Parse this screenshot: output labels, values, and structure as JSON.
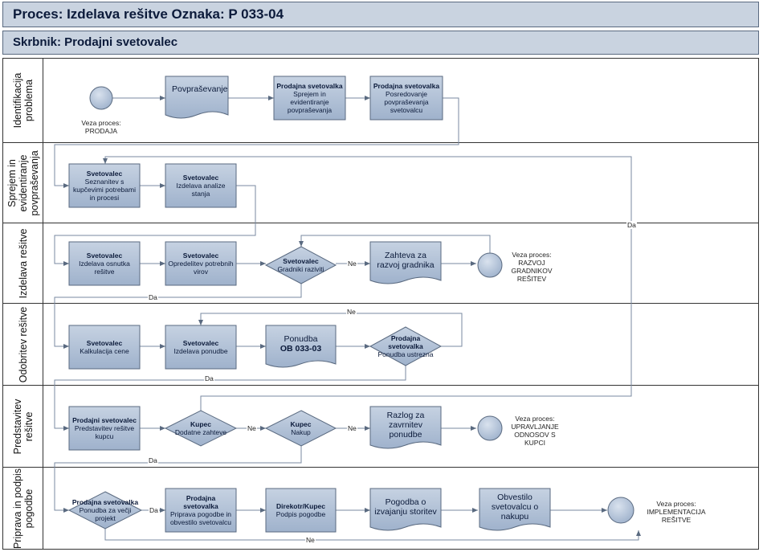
{
  "title": "Proces: Izdelava rešitve   Oznaka: P 033-04",
  "owner": "Skrbnik: Prodajni svetovalec",
  "lanes": [
    "Identifikacija\nproblema",
    "Sprejem in\nevidentiranje\npovpraševanja",
    "Izdelava rešitve",
    "Odobritev rešitve",
    "Predstavitev\nrešitve",
    "Priprava in podpis\npogodbe"
  ],
  "nodes": {
    "povprasevanje": {
      "text": "Povpraševanje"
    },
    "sprejem": {
      "role": "Prodajna svetovalka",
      "text": "Sprejem in evidentiranje povpraševanja"
    },
    "posredovanje": {
      "role": "Prodajna svetovalka",
      "text": "Posredovanje povpraševanja svetovalcu"
    },
    "seznanitev": {
      "role": "Svetovalec",
      "text": "Seznanitev s kupčevimi potrebami in procesi"
    },
    "analiza": {
      "role": "Svetovalec",
      "text": "Izdelava analize stanja"
    },
    "osnutek": {
      "role": "Svetovalec",
      "text": "Izdelava osnutka rešitve"
    },
    "viri": {
      "role": "Svetovalec",
      "text": "Opredelitev potrebnih virov"
    },
    "gradniki": {
      "role": "Svetovalec",
      "text": "Gradniki raziviti"
    },
    "zahteva": {
      "text": "Zahteva za razvoj gradnika"
    },
    "kalkulacija": {
      "role": "Svetovalec",
      "text": "Kalkulacija cene"
    },
    "ponudba": {
      "role": "Svetovalec",
      "text": "Izdelava ponudbe"
    },
    "ponudba_doc": {
      "role": "Ponudba",
      "text": "OB 033-03"
    },
    "ustrezna": {
      "role": "Prodajna svetovalka",
      "text": "Ponudba ustrezna"
    },
    "predstavitev": {
      "role": "Prodajni svetovalec",
      "text": "Predstavitev rešitve kupcu"
    },
    "dodatne": {
      "role": "Kupec",
      "text": "Dodatne zahteve"
    },
    "nakup": {
      "role": "Kupec",
      "text": "Nakup"
    },
    "razlog": {
      "text": "Razlog za zavrnitev ponudbe"
    },
    "vecji": {
      "role": "Prodajna svetovalka",
      "text": "Ponudba za večji projekt"
    },
    "priprava": {
      "role": "Prodajna svetovalka",
      "text": "Priprava pogodbe in obvestilo svetovalcu"
    },
    "podpis": {
      "role": "Direkotr/Kupec",
      "text": "Podpis pogodbe"
    },
    "pogodba": {
      "text": "Pogodba o izvajanju storitev"
    },
    "obvestilo": {
      "text": "Obvestilo svetovalcu o nakupu"
    }
  },
  "connectors": {
    "start": "Veza proces:\nPRODAJA",
    "razvoj": "Veza proces:\nRAZVOJ\nGRADNIKOV\nREŠITEV",
    "upravljanje": "Veza proces:\nUPRAVLJANJE\nODNOSOV S\nKUPCI",
    "implementacija": "Veza proces:\nIMPLEMENTACIJA\nREŠITVE"
  },
  "edge_labels": {
    "da": "Da",
    "ne": "Ne"
  }
}
